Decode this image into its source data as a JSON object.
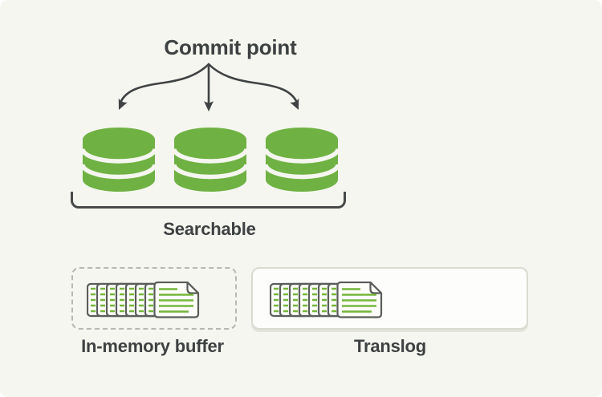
{
  "diagram": {
    "title": "Commit point",
    "title_arrows": {
      "icon": "three-way-arrow-icon",
      "count": 3,
      "direction": "down"
    },
    "segment_group": {
      "label": "Searchable",
      "segment_count": 3,
      "segment_icon": "database-cylinder-icon",
      "bracket": "underbrace"
    },
    "buffers": [
      {
        "label": "In-memory buffer",
        "border_style": "dashed",
        "icon": "document-stack-icon"
      },
      {
        "label": "Translog",
        "border_style": "solid",
        "icon": "document-stack-icon"
      }
    ]
  },
  "colors": {
    "canvas_background": "#f5f6ef",
    "outer_background": "#ffffff",
    "segment_green": "#6fb243",
    "document_line_green": "#74b63c",
    "text_dark": "#3e4142",
    "arrow_dark": "#404344",
    "bracket_dark": "#474a49",
    "dashed_border_gray": "#b5b9ae",
    "translog_border_gray": "#d9dbd1",
    "document_outline_gray": "#5a5d5a"
  }
}
